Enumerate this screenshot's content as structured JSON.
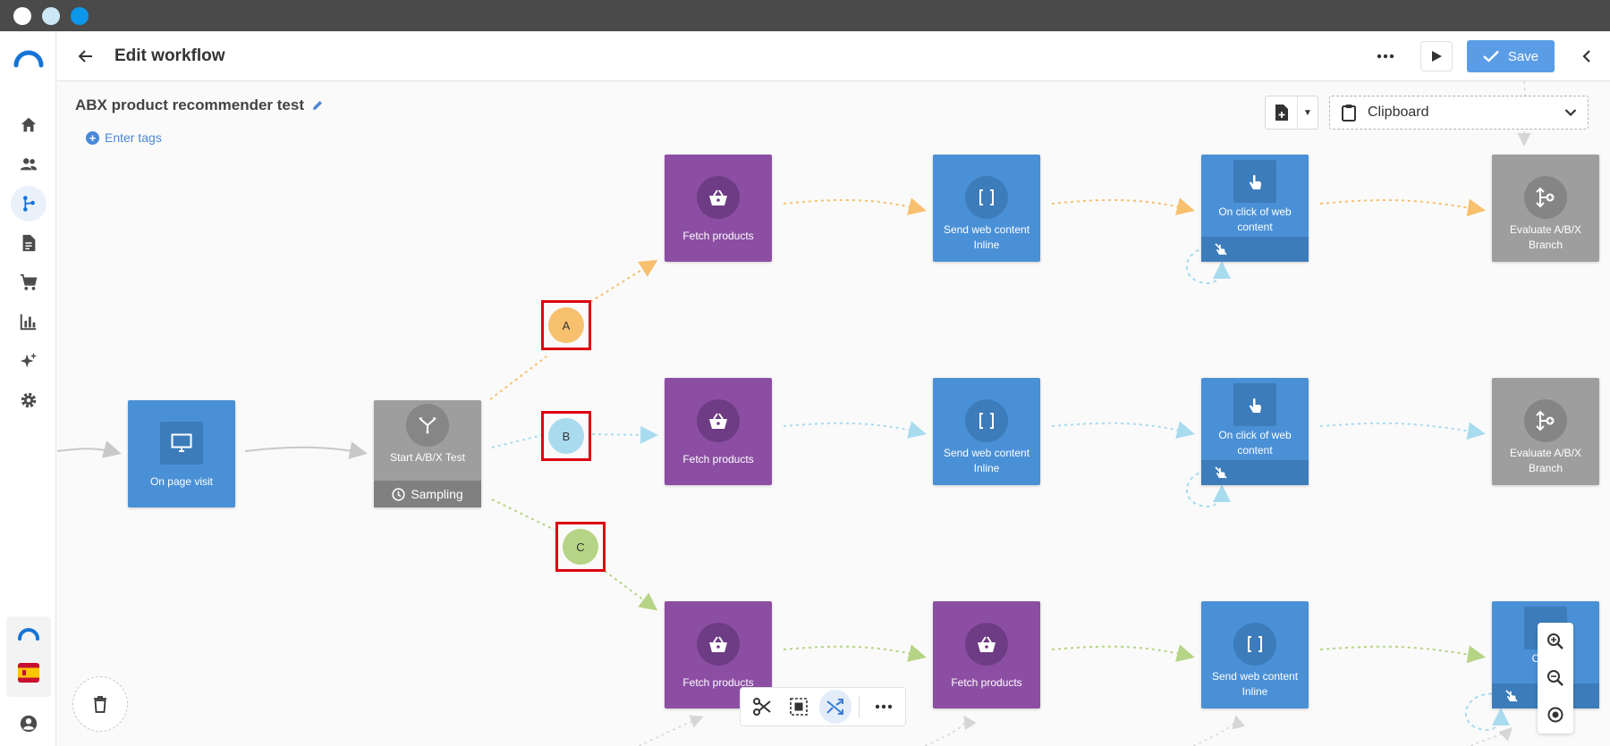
{
  "header": {
    "title": "Edit workflow",
    "save_label": "Save"
  },
  "workflow": {
    "name": "ABX product recommender test",
    "tags_label": "Enter tags"
  },
  "clipboard": {
    "selected": "Clipboard"
  },
  "nodes": {
    "trigger": "On page visit",
    "abtest": "Start A/B/X Test",
    "abtest_footer": "Sampling",
    "fetch": "Fetch products",
    "send_line1": "Send web content",
    "send_line2": "Inline",
    "click_line1": "On click of web",
    "click_line2": "content",
    "evaluate": "Evaluate A/B/X Branch",
    "click_partial_line1": "On cli",
    "click_partial_line2": "co"
  },
  "branches": {
    "a": "A",
    "b": "B",
    "c": "C"
  },
  "colors": {
    "purple": "#8b4ea3",
    "blue": "#4a90d6",
    "gray": "#9e9e9e",
    "branch_a": "#f7c06e",
    "branch_b": "#a9dbef",
    "branch_c": "#b5d485",
    "save": "#5a9de6",
    "highlight": "#dd0010"
  },
  "icons": {
    "sidebar": [
      "home-icon",
      "users-icon",
      "workflow-icon",
      "document-icon",
      "cart-icon",
      "chart-icon",
      "sparkle-icon",
      "gear-icon"
    ],
    "sidebar_bottom": [
      "brand-logo-icon",
      "spain-flag-icon",
      "account-icon"
    ],
    "toolbar": [
      "scissors-icon",
      "select-icon",
      "shuffle-icon",
      "more-icon"
    ],
    "zoom": [
      "zoom-in-icon",
      "zoom-out-icon",
      "recenter-icon"
    ]
  }
}
